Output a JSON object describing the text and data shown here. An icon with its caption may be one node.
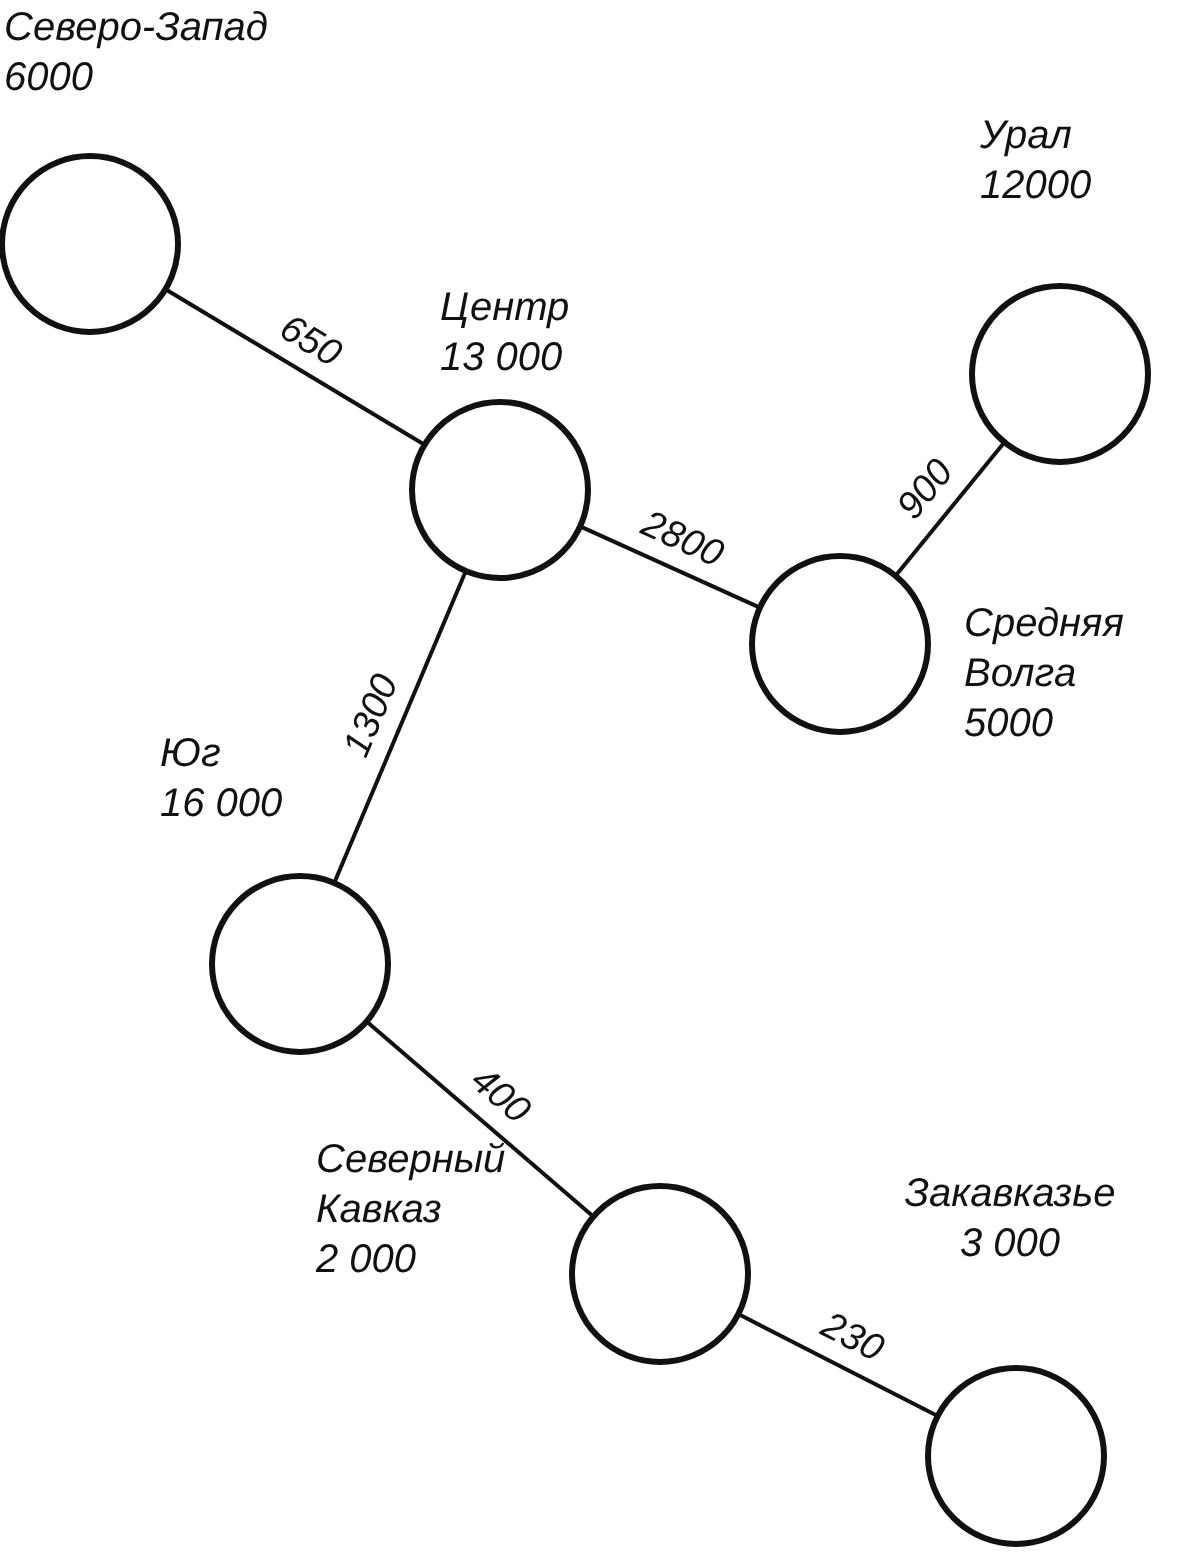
{
  "diagram": {
    "nodes": [
      {
        "text": [
          "Северо-Запад",
          "6000"
        ]
      },
      {
        "text": [
          "Центр",
          "13 000"
        ]
      },
      {
        "text": [
          "Урал",
          "12000"
        ]
      },
      {
        "text": [
          "Средняя Волга",
          "5000"
        ]
      },
      {
        "text": [
          "Юг",
          "16 000"
        ]
      },
      {
        "text": [
          "Северный Кавказ",
          "2 000"
        ]
      },
      {
        "text": [
          "Закавказье",
          "3 000"
        ]
      }
    ],
    "edges": [
      {
        "from": 0,
        "to": 1,
        "arrow": "none",
        "label": "650"
      },
      {
        "from": 1,
        "to": 3,
        "arrow": "none",
        "label": "2800"
      },
      {
        "from": 3,
        "to": 2,
        "arrow": "none",
        "label": "900"
      },
      {
        "from": 1,
        "to": 4,
        "arrow": "none",
        "label": "1300"
      },
      {
        "from": 4,
        "to": 5,
        "arrow": "none",
        "label": "400"
      },
      {
        "from": 5,
        "to": 6,
        "arrow": "none",
        "label": "230"
      }
    ]
  }
}
